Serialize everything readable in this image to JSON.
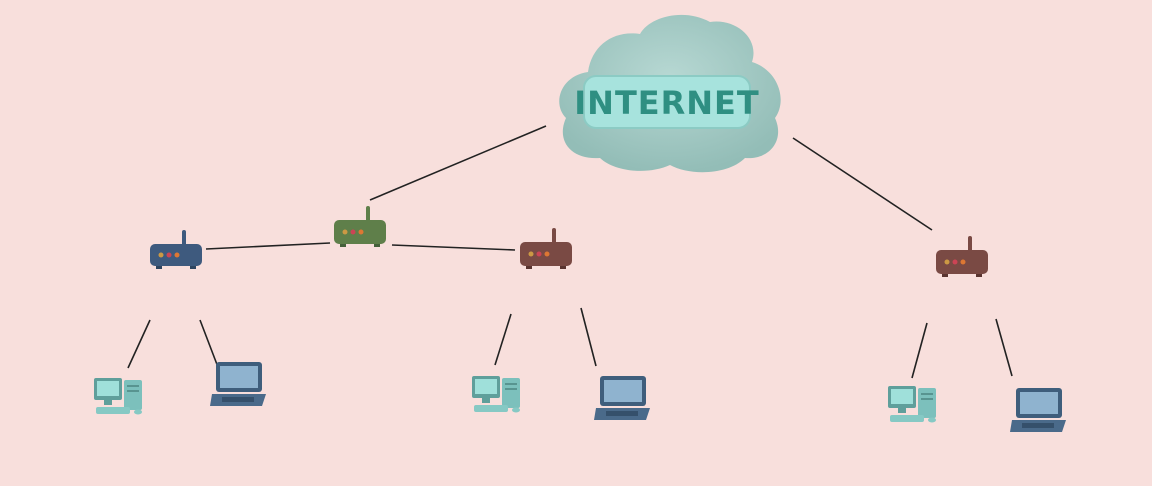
{
  "cloud": {
    "label": "INTERNET"
  },
  "colors": {
    "background": "#f8dfdc",
    "cloud": "#a9cdc8",
    "cloud_banner": "#a7e3dd",
    "cloud_text": "#2f8f82",
    "link": "#222222",
    "router_blue": "#3e5a7e",
    "router_green": "#5f7f4a",
    "router_brown": "#7a4a44",
    "desktop": "#7cc0bc",
    "laptop": "#4a6a8a"
  },
  "nodes": {
    "routers": [
      {
        "id": "router-left",
        "color": "router_blue"
      },
      {
        "id": "router-center",
        "color": "router_green"
      },
      {
        "id": "router-middle",
        "color": "router_brown"
      },
      {
        "id": "router-right",
        "color": "router_brown"
      }
    ],
    "devices": [
      {
        "id": "desktop-1",
        "kind": "desktop"
      },
      {
        "id": "laptop-1",
        "kind": "laptop"
      },
      {
        "id": "desktop-2",
        "kind": "desktop"
      },
      {
        "id": "laptop-2",
        "kind": "laptop"
      },
      {
        "id": "desktop-3",
        "kind": "desktop"
      },
      {
        "id": "laptop-3",
        "kind": "laptop"
      }
    ]
  },
  "links": [
    [
      "cloud",
      "router-center"
    ],
    [
      "cloud",
      "router-right"
    ],
    [
      "router-left",
      "router-center"
    ],
    [
      "router-center",
      "router-middle"
    ],
    [
      "router-left",
      "desktop-1"
    ],
    [
      "router-left",
      "laptop-1"
    ],
    [
      "router-middle",
      "desktop-2"
    ],
    [
      "router-middle",
      "laptop-2"
    ],
    [
      "router-right",
      "desktop-3"
    ],
    [
      "router-right",
      "laptop-3"
    ]
  ]
}
